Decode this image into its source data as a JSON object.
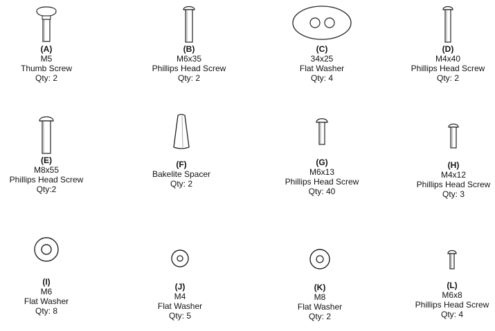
{
  "parts": [
    {
      "letter": "(A)",
      "size": "M5",
      "name": "Thumb Screw",
      "qty": "Qty: 2",
      "icon": "thumb-screw-icon"
    },
    {
      "letter": "(B)",
      "size": "M6x35",
      "name": "Phillips Head Screw",
      "qty": "Qty: 2",
      "icon": "phillips-head-screw-icon"
    },
    {
      "letter": "(C)",
      "size": "34x25",
      "name": "Flat Washer",
      "qty": "Qty: 4",
      "icon": "oval-flat-washer-icon"
    },
    {
      "letter": "(D)",
      "size": "M4x40",
      "name": "Phillips Head Screw",
      "qty": "Qty: 2",
      "icon": "phillips-head-screw-icon"
    },
    {
      "letter": "(E)",
      "size": "M8x55",
      "name": "Phillips Head Screw",
      "qty": "Qty:2",
      "icon": "phillips-head-screw-icon"
    },
    {
      "letter": "(F)",
      "size": "",
      "name": "Bakelite Spacer",
      "qty": "Qty: 2",
      "icon": "spacer-icon"
    },
    {
      "letter": "(G)",
      "size": "M6x13",
      "name": "Phillips Head Screw",
      "qty": "Qty: 40",
      "icon": "phillips-head-screw-icon"
    },
    {
      "letter": "(H)",
      "size": "M4x12",
      "name": "Phillips Head Screw",
      "qty": "Qty: 3",
      "icon": "phillips-head-screw-icon"
    },
    {
      "letter": "(I)",
      "size": "M6",
      "name": "Flat Washer",
      "qty": "Qty: 8",
      "icon": "flat-washer-icon"
    },
    {
      "letter": "(J)",
      "size": "M4",
      "name": "Flat Washer",
      "qty": "Qty: 5",
      "icon": "flat-washer-icon"
    },
    {
      "letter": "(K)",
      "size": "M8",
      "name": "Flat Washer",
      "qty": "Qty: 2",
      "icon": "flat-washer-icon"
    },
    {
      "letter": "(L)",
      "size": "M6x8",
      "name": "Phillips Head Screw",
      "qty": "Qty: 4",
      "icon": "phillips-head-screw-icon"
    }
  ]
}
